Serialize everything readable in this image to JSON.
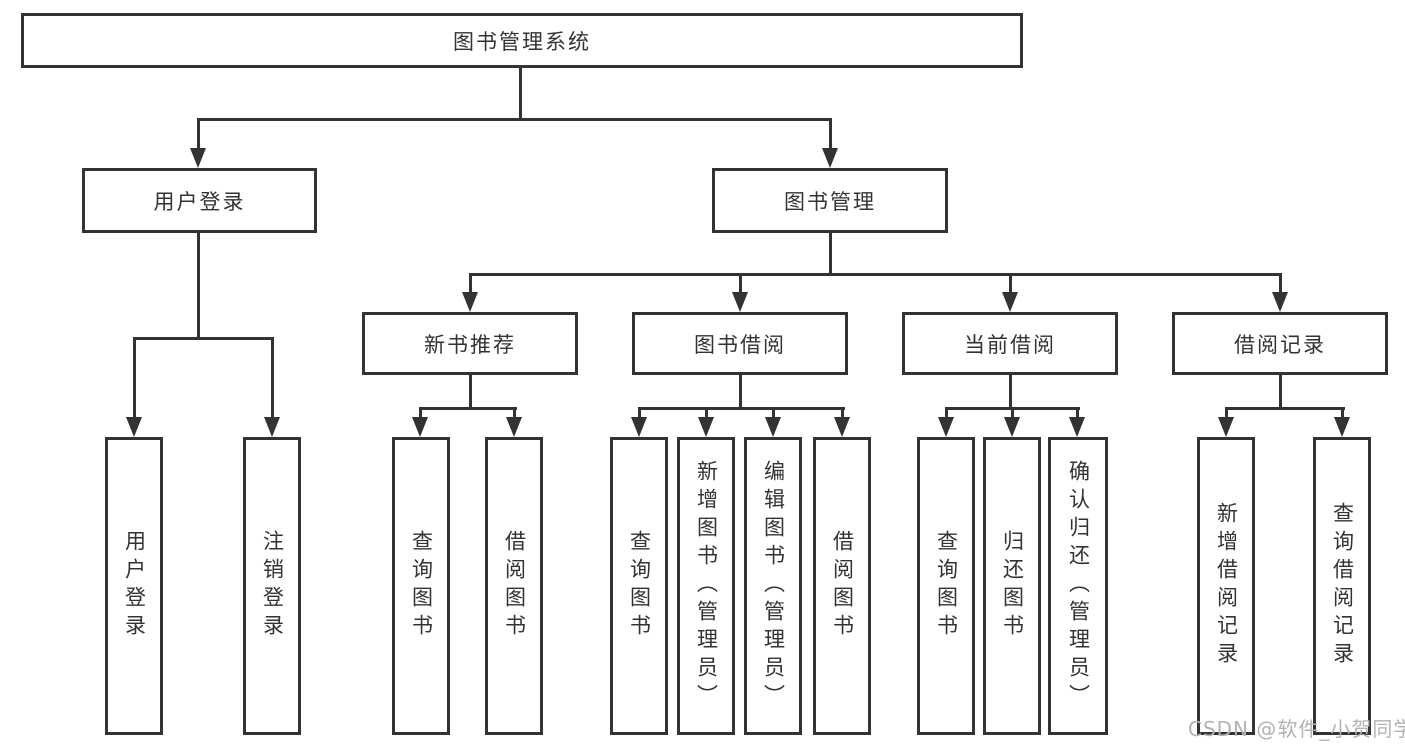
{
  "title": {
    "label": "图书管理系统"
  },
  "level2": [
    {
      "label": "用户登录"
    },
    {
      "label": "图书管理"
    }
  ],
  "level3": [
    {
      "label": "新书推荐"
    },
    {
      "label": "图书借阅"
    },
    {
      "label": "当前借阅"
    },
    {
      "label": "借阅记录"
    }
  ],
  "leaves": [
    {
      "label": "用户登录"
    },
    {
      "label": "注销登录"
    },
    {
      "label": "查询图书"
    },
    {
      "label": "借阅图书"
    },
    {
      "label": "查询图书"
    },
    {
      "label": "新增图书（管理员）"
    },
    {
      "label": "编辑图书（管理员）"
    },
    {
      "label": "借阅图书"
    },
    {
      "label": "查询图书"
    },
    {
      "label": "归还图书"
    },
    {
      "label": "确认归还（管理员）"
    },
    {
      "label": "新增借阅记录"
    },
    {
      "label": "查询借阅记录"
    }
  ],
  "watermark": {
    "text": "CSDN @软件_小贺同学"
  },
  "colors": {
    "line": "#333333",
    "text": "#333333",
    "watermark": "#b3b3b3",
    "background": "#ffffff"
  }
}
